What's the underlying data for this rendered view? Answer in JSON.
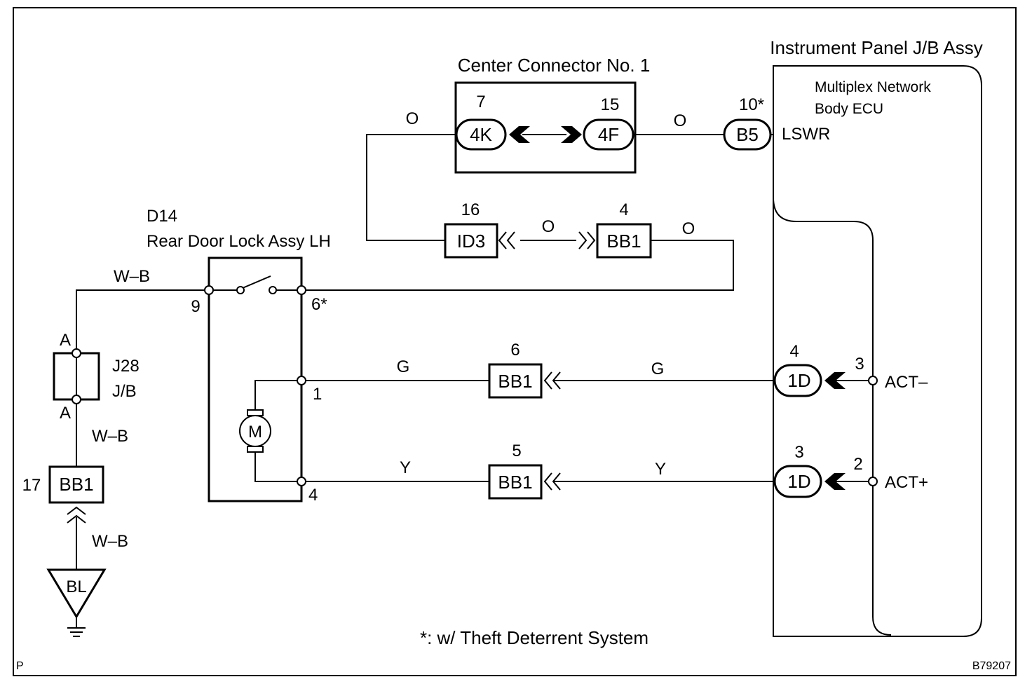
{
  "components": {
    "jb_assy": {
      "title": "Instrument Panel J/B Assy",
      "ecu_line1": "Multiplex Network",
      "ecu_line2": "Body ECU"
    },
    "center_connector": {
      "title": "Center Connector No. 1"
    },
    "door_lock": {
      "code": "D14",
      "name": "Rear Door Lock Assy LH",
      "motor": "M"
    },
    "j28": {
      "code": "J28",
      "type": "J/B"
    },
    "ground": {
      "label": "BL"
    }
  },
  "connectors": {
    "c4k": {
      "label": "4K",
      "pin": "7"
    },
    "c4f": {
      "label": "4F",
      "pin": "15"
    },
    "cb5": {
      "label": "B5",
      "pin": "10*"
    },
    "cid3": {
      "label": "ID3",
      "pin": "16"
    },
    "cbb1_top": {
      "label": "BB1",
      "pin": "4"
    },
    "cbb1_g": {
      "label": "BB1",
      "pin": "6"
    },
    "cbb1_y": {
      "label": "BB1",
      "pin": "5"
    },
    "cbb1_gnd": {
      "label": "BB1",
      "pin": "17"
    },
    "c1d_g": {
      "label": "1D",
      "pin": "4"
    },
    "c1d_y": {
      "label": "1D",
      "pin": "3"
    }
  },
  "pins": {
    "door_9": "9",
    "door_6": "6*",
    "door_1": "1",
    "door_4": "4",
    "ecu_3": "3",
    "ecu_2": "2",
    "j28_top": "A",
    "j28_bottom": "A"
  },
  "signals": {
    "lswr": "LSWR",
    "act_minus": "ACT–",
    "act_plus": "ACT+"
  },
  "wires": {
    "o_left": "O",
    "o_right": "O",
    "o_mid": "O",
    "o_bb1": "O",
    "wb_top": "W–B",
    "wb_mid": "W–B",
    "wb_bottom": "W–B",
    "g_left": "G",
    "g_right": "G",
    "y_left": "Y",
    "y_right": "Y"
  },
  "footer": {
    "note": "*: w/ Theft Deterrent System",
    "page_marker": "P",
    "figure_id": "B79207"
  }
}
